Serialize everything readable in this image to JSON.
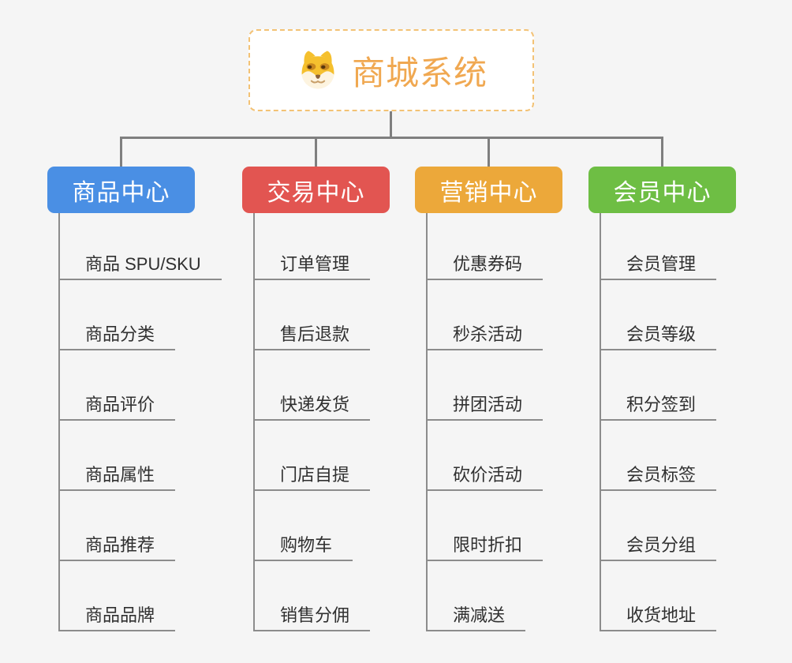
{
  "canvas": {
    "background": "#f5f5f5",
    "connector_color": "#7f7f7f",
    "branch_line_color": "#8c8c8c",
    "item_text_color": "#303030"
  },
  "root": {
    "title": "商城系统",
    "icon": "dog-face-icon",
    "text_color": "#f0a851",
    "border_color": "#f3c275",
    "background": "#ffffff"
  },
  "branches": [
    {
      "label": "商品中心",
      "color": "#4a8fe4",
      "children": [
        "商品 SPU/SKU",
        "商品分类",
        "商品评价",
        "商品属性",
        "商品推荐",
        "商品品牌"
      ]
    },
    {
      "label": "交易中心",
      "color": "#e25551",
      "children": [
        "订单管理",
        "售后退款",
        "快递发货",
        "门店自提",
        "购物车",
        "销售分佣"
      ]
    },
    {
      "label": "营销中心",
      "color": "#eca83a",
      "children": [
        "优惠券码",
        "秒杀活动",
        "拼团活动",
        "砍价活动",
        "限时折扣",
        "满减送"
      ]
    },
    {
      "label": "会员中心",
      "color": "#6ebe44",
      "children": [
        "会员管理",
        "会员等级",
        "积分签到",
        "会员标签",
        "会员分组",
        "收货地址"
      ]
    }
  ]
}
